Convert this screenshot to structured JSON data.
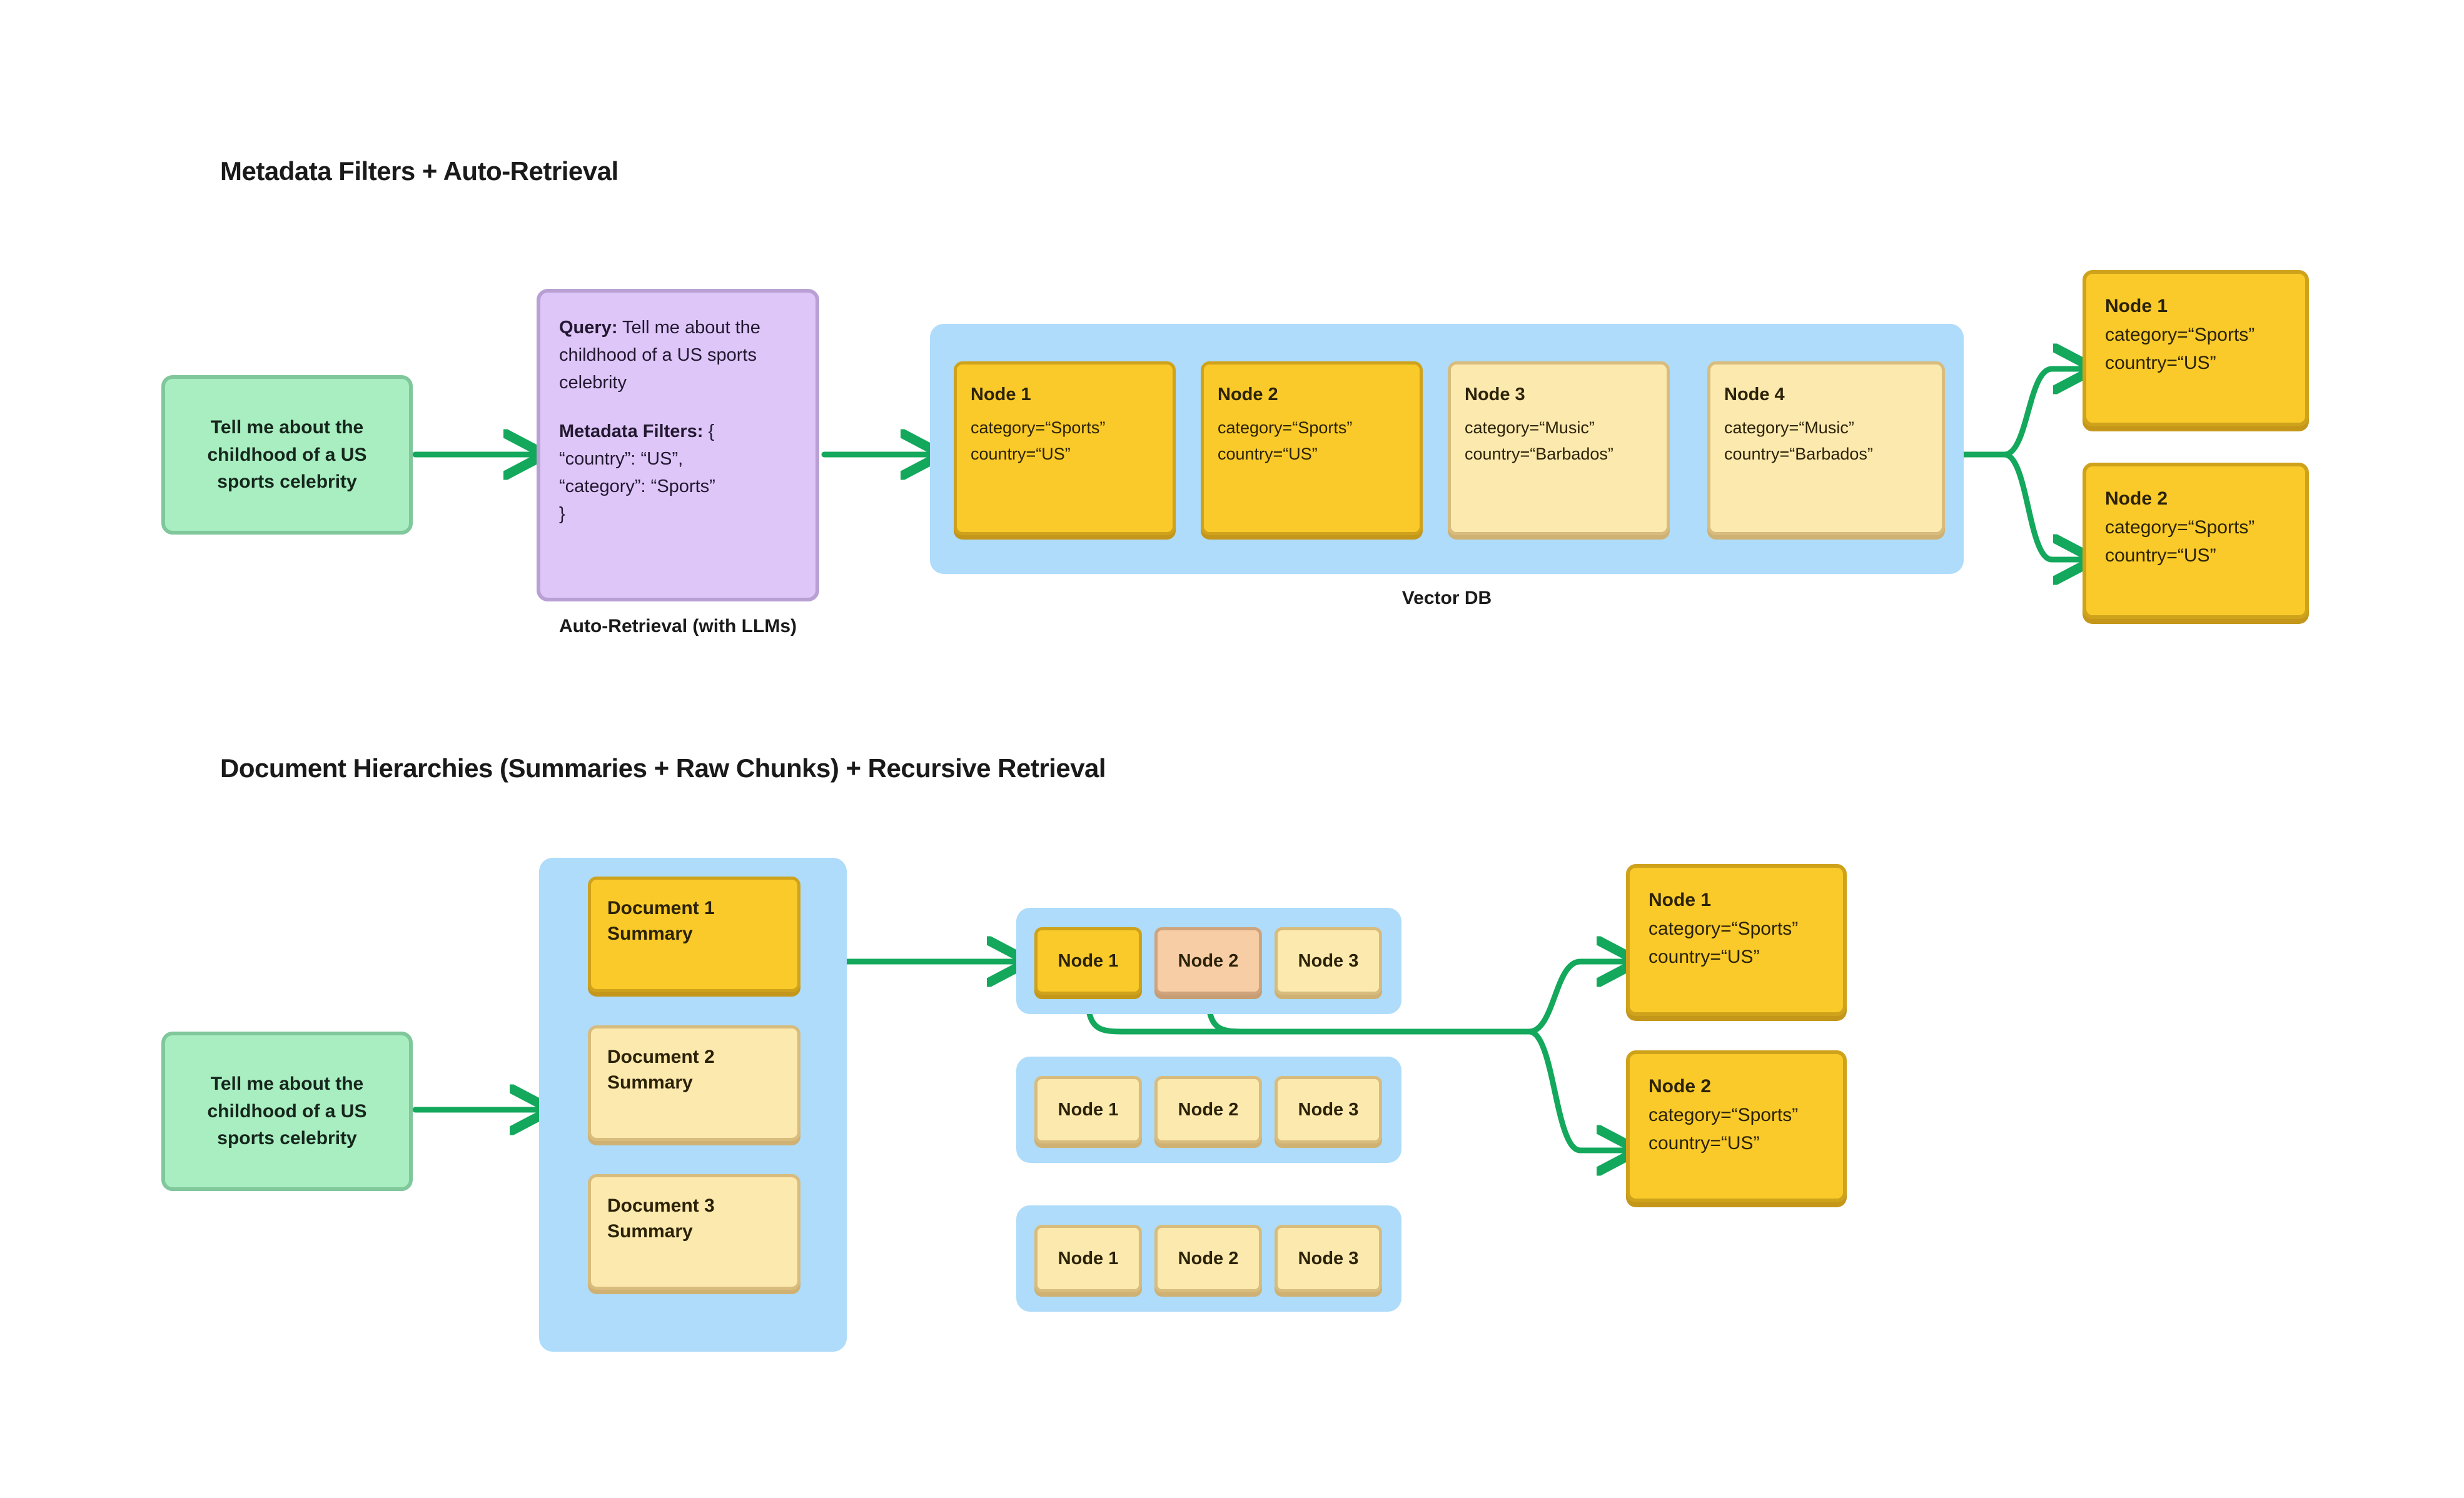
{
  "page": {
    "background": "#FFFFFF",
    "accent_green": "#13A85C",
    "colors": {
      "green_box": "#A8EEC1",
      "purple_box": "#DEC6F8",
      "blue_container": "#AEDCFA",
      "yellow_selected": "#F9CA29",
      "yellow_pale": "#FCE9AE",
      "salmon": "#F7CDA6",
      "arrow": "#13A85C"
    }
  },
  "section1": {
    "title": "Metadata Filters + Auto-Retrieval",
    "query_box": {
      "text": "Tell me about the childhood of a US sports celebrity"
    },
    "auto_retrieval": {
      "caption": "Auto-Retrieval (with LLMs)",
      "query_label": "Query:",
      "query_value": "Tell me about the childhood of a US sports celebrity",
      "filters_label": "Metadata Filters:",
      "filters_open": "{",
      "filters_lines": [
        "“country”: “US”,",
        "“category”: “Sports”"
      ],
      "filters_close": "}"
    },
    "vector_db": {
      "caption": "Vector DB",
      "nodes": [
        {
          "title": "Node 1",
          "category": "category=“Sports”",
          "country": "country=“US”",
          "state": "selected"
        },
        {
          "title": "Node 2",
          "category": "category=“Sports”",
          "country": "country=“US”",
          "state": "selected"
        },
        {
          "title": "Node 3",
          "category": "category=“Music”",
          "country": "country=“Barbados”",
          "state": "unselected"
        },
        {
          "title": "Node 4",
          "category": "category=“Music”",
          "country": "country=“Barbados”",
          "state": "unselected"
        }
      ]
    },
    "results": [
      {
        "title": "Node 1",
        "category": "category=“Sports”",
        "country": "country=“US”"
      },
      {
        "title": "Node 2",
        "category": "category=“Sports”",
        "country": "country=“US”"
      }
    ]
  },
  "section2": {
    "title": "Document Hierarchies (Summaries + Raw Chunks) + Recursive Retrieval",
    "query_box": {
      "text": "Tell me about the childhood of a US sports celebrity"
    },
    "documents": [
      {
        "line1": "Document 1",
        "line2": "Summary",
        "state": "selected"
      },
      {
        "line1": "Document 2",
        "line2": "Summary",
        "state": "unselected"
      },
      {
        "line1": "Document 3",
        "line2": "Summary",
        "state": "unselected"
      }
    ],
    "chunk_rows": [
      {
        "chunks": [
          {
            "label": "Node 1",
            "state": "selected"
          },
          {
            "label": "Node 2",
            "state": "highlight"
          },
          {
            "label": "Node 3",
            "state": "unselected"
          }
        ]
      },
      {
        "chunks": [
          {
            "label": "Node 1",
            "state": "unselected"
          },
          {
            "label": "Node 2",
            "state": "unselected"
          },
          {
            "label": "Node 3",
            "state": "unselected"
          }
        ]
      },
      {
        "chunks": [
          {
            "label": "Node 1",
            "state": "unselected"
          },
          {
            "label": "Node 2",
            "state": "unselected"
          },
          {
            "label": "Node 3",
            "state": "unselected"
          }
        ]
      }
    ],
    "results": [
      {
        "title": "Node 1",
        "category": "category=“Sports”",
        "country": "country=“US”"
      },
      {
        "title": "Node 2",
        "category": "category=“Sports”",
        "country": "country=“US”"
      }
    ]
  }
}
